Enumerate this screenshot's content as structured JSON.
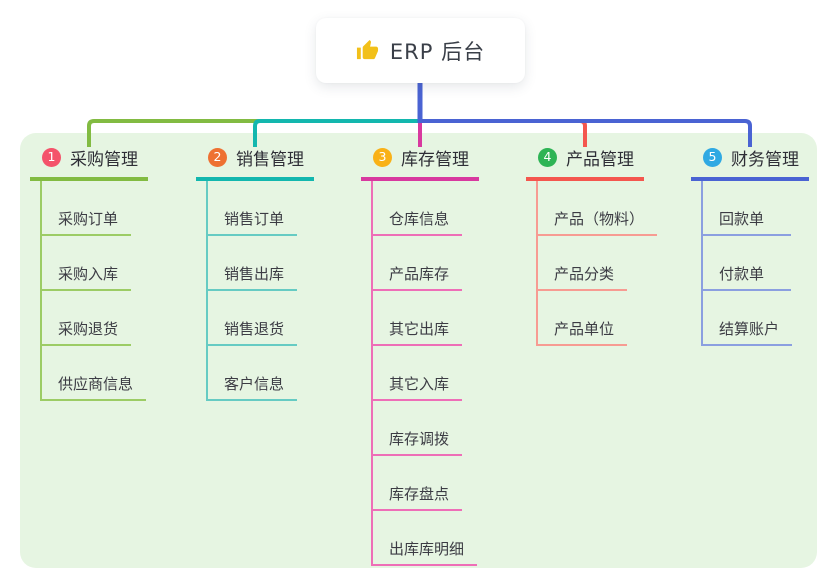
{
  "root": {
    "label": "ERP 后台",
    "icon": "thumbs-up-icon",
    "icon_color": "#f2c019"
  },
  "canvas": {
    "panel_background": "#e6f5e2",
    "page_background": "#ffffff",
    "stem_color": "#4a63d3"
  },
  "branches": [
    {
      "index": "1",
      "label": "采购管理",
      "badge_color": "#f4536b",
      "line_color": "#82bb42",
      "child_line_color": "#9ccc65",
      "children": [
        "采购订单",
        "采购入库",
        "采购退货",
        "供应商信息"
      ]
    },
    {
      "index": "2",
      "label": "销售管理",
      "badge_color": "#ee7132",
      "line_color": "#13b7ae",
      "child_line_color": "#66cbc3",
      "children": [
        "销售订单",
        "销售出库",
        "销售退货",
        "客户信息"
      ]
    },
    {
      "index": "3",
      "label": "库存管理",
      "badge_color": "#f9b117",
      "line_color": "#d8399f",
      "child_line_color": "#ee6eb7",
      "children": [
        "仓库信息",
        "产品库存",
        "其它出库",
        "其它入库",
        "库存调拨",
        "库存盘点",
        "出库库明细"
      ]
    },
    {
      "index": "4",
      "label": "产品管理",
      "badge_color": "#2eb455",
      "line_color": "#f4564e",
      "child_line_color": "#f79b92",
      "children": [
        "产品（物料）",
        "产品分类",
        "产品单位"
      ]
    },
    {
      "index": "5",
      "label": "财务管理",
      "badge_color": "#2fa9e3",
      "line_color": "#4a63d3",
      "child_line_color": "#8b9fe0",
      "children": [
        "回款单",
        "付款单",
        "结算账户"
      ]
    }
  ]
}
